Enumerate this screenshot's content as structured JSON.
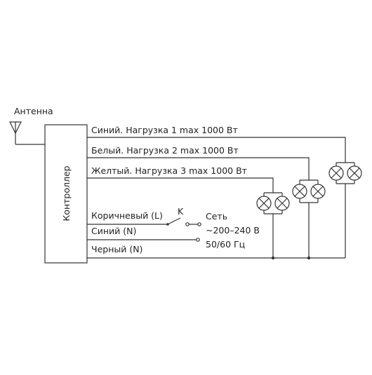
{
  "antenna": {
    "label": "Антенна"
  },
  "controller": {
    "label": "Контроллер"
  },
  "wires": {
    "load1": "Синий. Нагрузка 1 max 1000 Вт",
    "load2": "Белый. Нагрузка 2 max 1000 Вт",
    "load3": "Желтый. Нагрузка 3 max 1000 Вт",
    "brown": "Коричневый (L)",
    "blue_n": "Синий (N)",
    "black_n": "Черный  (N)"
  },
  "switch": {
    "label": "K"
  },
  "mains": {
    "line1": "Сеть",
    "line2": "~200–240 В",
    "line3": "50/60 Гц"
  },
  "colors": {
    "line": "#333333",
    "text": "#222222"
  }
}
